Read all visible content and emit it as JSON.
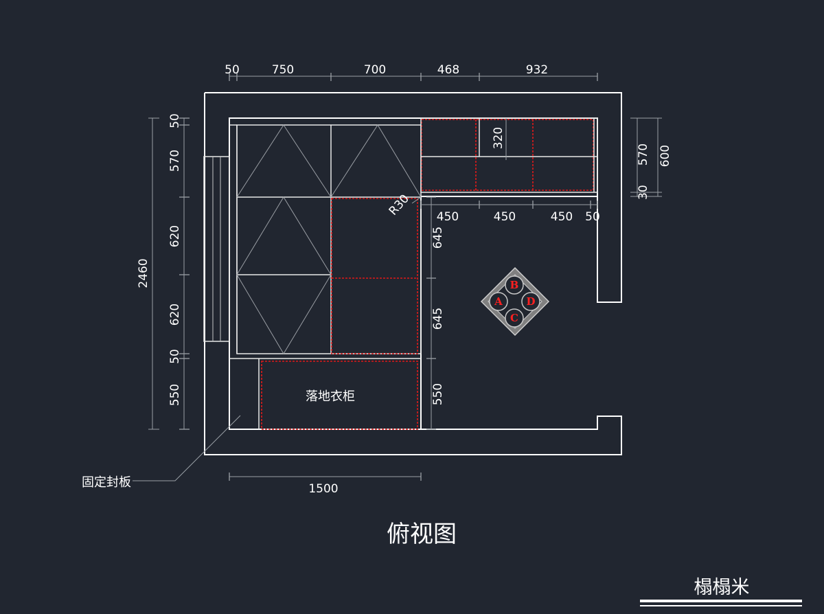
{
  "title": "俯视图",
  "brand": "榻榻米",
  "labels": {
    "wardrobe": "落地衣柜",
    "fixed_panel": "固定封板",
    "radius": "R30"
  },
  "top_dims": [
    "50",
    "750",
    "700",
    "468",
    "932"
  ],
  "left_outer_total": "2460",
  "left_dims": [
    "50",
    "570",
    "620",
    "620",
    "50",
    "550"
  ],
  "right_dims": [
    "570",
    "600",
    "30"
  ],
  "cabinet_dims": [
    "320",
    "450",
    "450",
    "450",
    "50"
  ],
  "inner_dims": [
    "645",
    "645",
    "550"
  ],
  "bottom_dim": "1500",
  "lock_letters": [
    "A",
    "B",
    "C",
    "D"
  ],
  "colors": {
    "background": "#212630",
    "lines": "#ffffff",
    "hidden_lines": "#e01919",
    "dimension_lines": "#9aa0a6"
  }
}
